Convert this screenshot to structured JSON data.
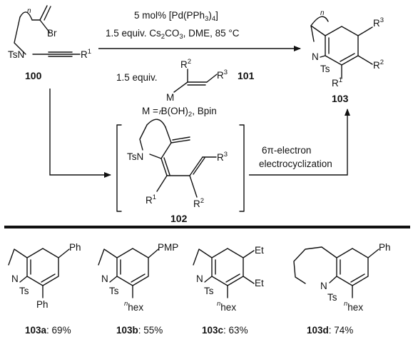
{
  "conditions": {
    "line1_pre": "5 mol% [Pd(PPh",
    "line1_sub": "3",
    "line1_mid": ")",
    "line1_sub2": "4",
    "line1_post": "]",
    "line2_pre": "1.5 equiv. Cs",
    "line2_sub": "2",
    "line2_mid": "CO",
    "line2_sub2": "3",
    "line2_post": ", DME, 85 °C",
    "equiv": "1.5 equiv.",
    "boron_pre": "M = B(OH)",
    "boron_sub": "2",
    "boron_post": ", Bpin"
  },
  "electro": {
    "line1": "6π-electron",
    "line2": "electrocyclization"
  },
  "labels": {
    "c100": "100",
    "c101": "101",
    "c102": "102",
    "c103": "103",
    "Br": "Br",
    "TsN": "TsN",
    "Ts": "Ts",
    "N": "N",
    "M": "M",
    "R": "R",
    "one": "1",
    "two": "2",
    "three": "3",
    "n": "n",
    "Ph": "Ph",
    "PMP": "PMP",
    "Et": "Et",
    "hex": "hex"
  },
  "products": [
    {
      "id": "103a",
      "yield": ": 69%"
    },
    {
      "id": "103b",
      "yield": ": 55%"
    },
    {
      "id": "103c",
      "yield": ": 63%"
    },
    {
      "id": "103d",
      "yield": ": 74%"
    }
  ]
}
